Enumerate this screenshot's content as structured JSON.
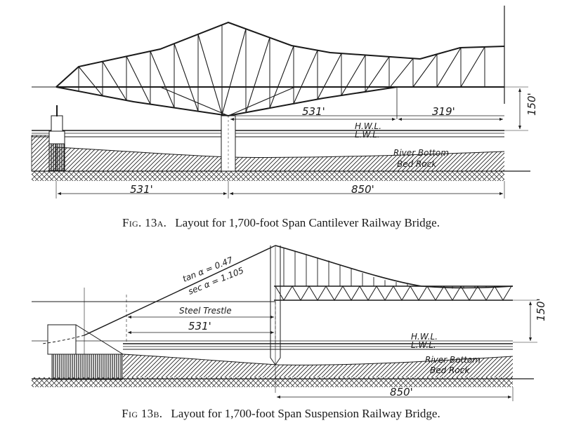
{
  "figures": [
    {
      "id": "13a",
      "caption_prefix": "Fig. 13a.",
      "caption_text": "Layout for 1,700-foot Span Cantilever Railway Bridge.",
      "labels": {
        "hwl": "H.W.L.",
        "lwl": "L.W.L.",
        "river_bottom": "River Bottom",
        "bed_rock": "Bed Rock"
      },
      "dimensions": {
        "anchor_arm": "531'",
        "cantilever_arm": "531'",
        "suspended_half": "319'",
        "height": "150'",
        "half_span": "850'"
      }
    },
    {
      "id": "13b",
      "caption_prefix": "Fig 13b.",
      "caption_text": "Layout for 1,700-foot Span Suspension Railway Bridge.",
      "labels": {
        "tan": "tan α = 0.47",
        "sec": "sec α = 1.105",
        "steel_trestle": "Steel Trestle",
        "hwl": "H.W.L.",
        "lwl": "L.W.L.",
        "river_bottom": "River Bottom",
        "bed_rock": "Bed Rock"
      },
      "dimensions": {
        "back_span": "531'",
        "height": "150'",
        "half_span": "850'"
      }
    }
  ]
}
